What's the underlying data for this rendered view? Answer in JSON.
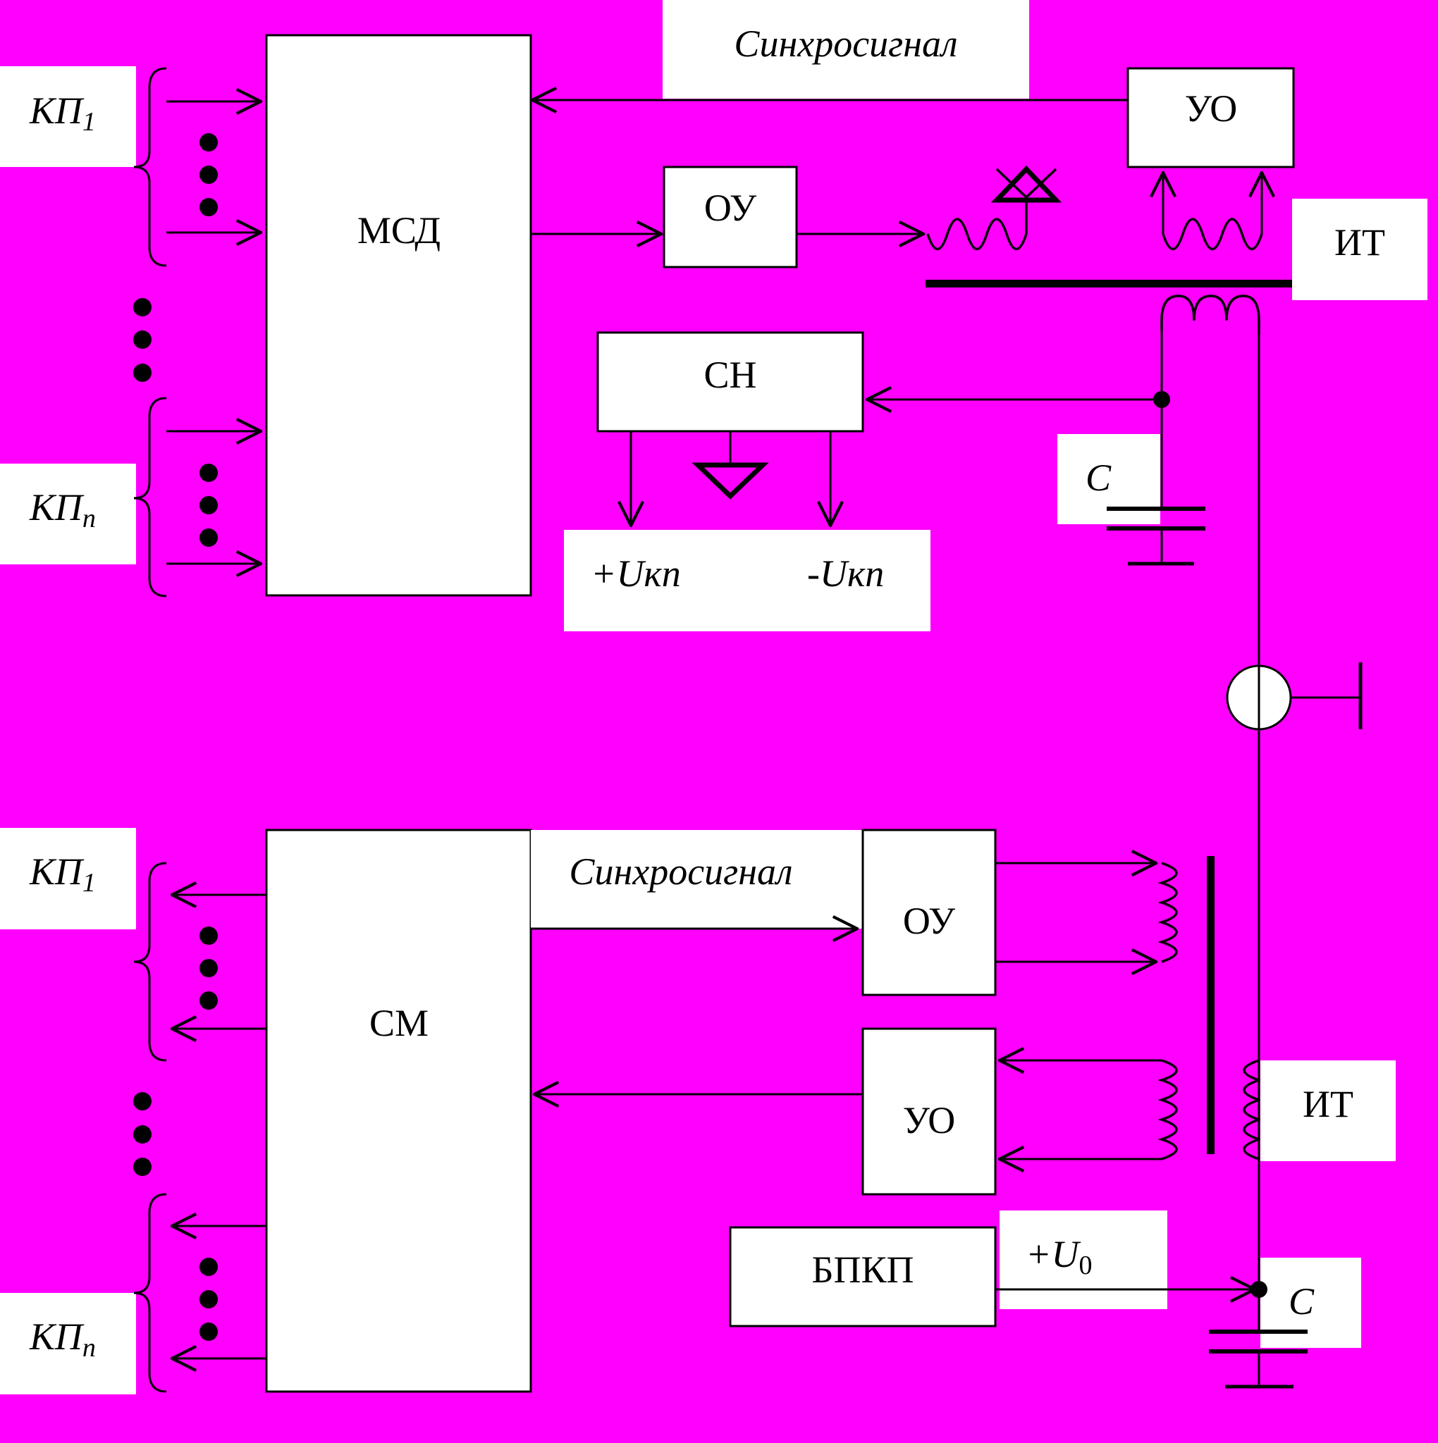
{
  "colors": {
    "background": "#ff00ff",
    "box": "#ffffff",
    "line": "#000000"
  },
  "top": {
    "inputs": [
      {
        "label": "КП",
        "sub": "1"
      },
      {
        "label": "КП",
        "sub": "n"
      }
    ],
    "msd": "МСД",
    "sync": "Синхросигнал",
    "uo": "УО",
    "ou": "ОУ",
    "it": "ИТ",
    "sn": "СН",
    "c": "С",
    "uplus": "+Uкп",
    "uminus": "-Uкп"
  },
  "bottom": {
    "outputs": [
      {
        "label": "КП",
        "sub": "1"
      },
      {
        "label": "КП",
        "sub": "n"
      }
    ],
    "sm": "СМ",
    "sync": "Синхросигнал",
    "ou": "ОУ",
    "uo": "УО",
    "it": "ИТ",
    "bpkp": "БПКП",
    "u0": {
      "base": "+U",
      "sub": "0"
    },
    "c": "С"
  }
}
